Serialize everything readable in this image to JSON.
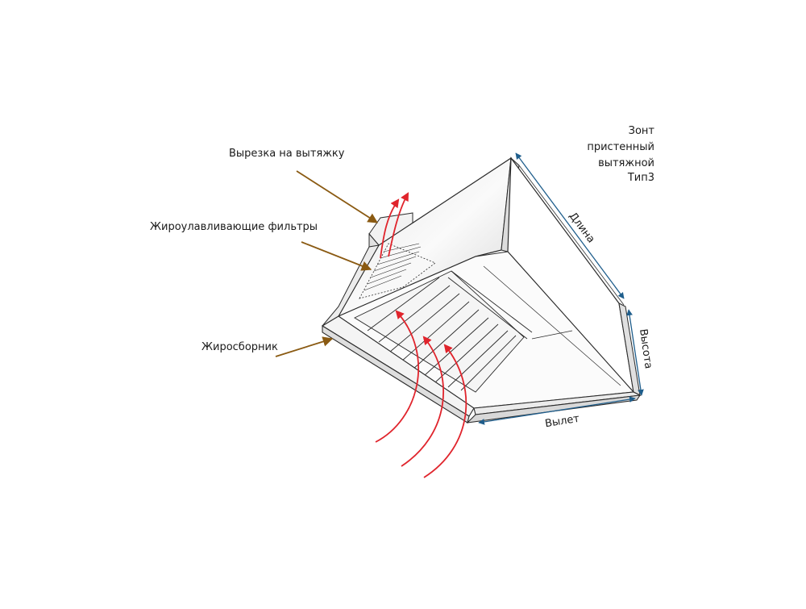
{
  "title": {
    "lines": [
      "Зонт",
      "пристенный",
      "вытяжной",
      "Тип3"
    ]
  },
  "callouts": {
    "cutout": "Вырезка на вытяжку",
    "filters": "Жироулавливающие фильтры",
    "collector": "Жиросборник"
  },
  "dimensions": {
    "length": "Длина",
    "height": "Высота",
    "overhang": "Вылет"
  },
  "colors": {
    "callout_arrow": "#8a5a12",
    "dimension": "#1f5e8c",
    "airflow": "#e0242c",
    "outline": "#2a2a2a"
  }
}
